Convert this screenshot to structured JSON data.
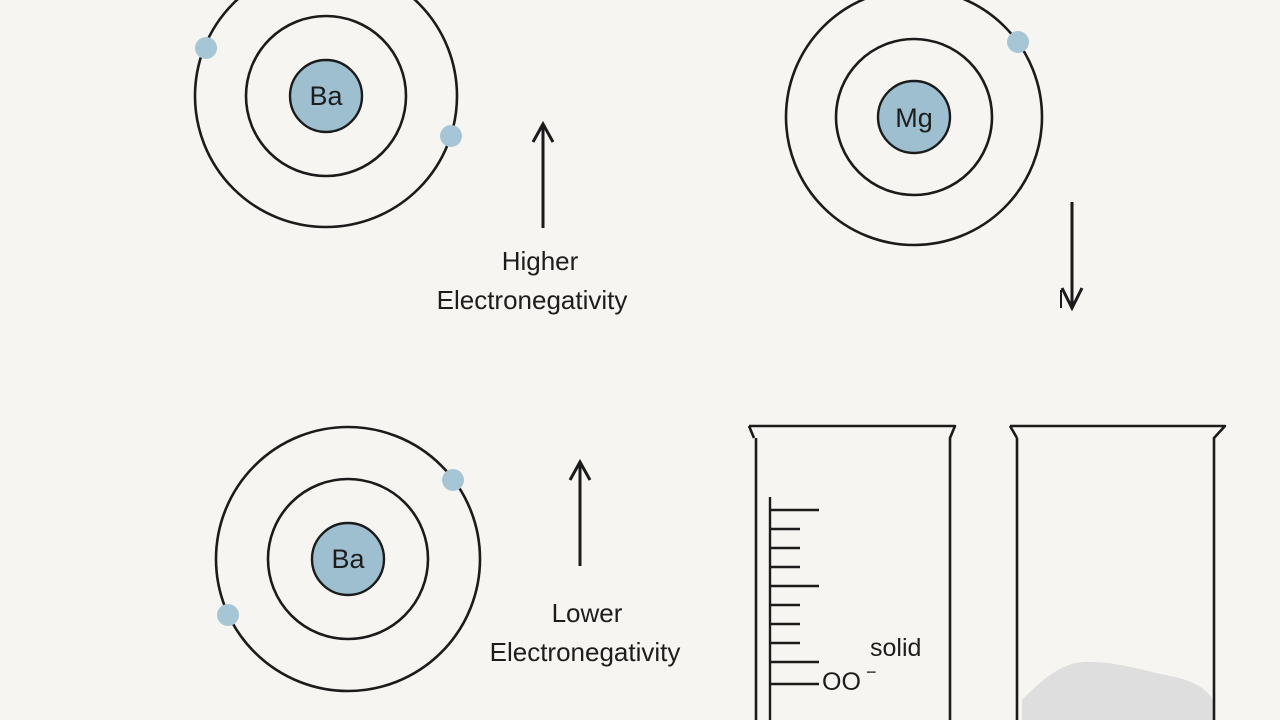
{
  "atoms": {
    "top_left": {
      "symbol": "Ba"
    },
    "top_right": {
      "symbol": "Mg"
    },
    "bottom_left": {
      "symbol": "Ba"
    }
  },
  "labels": {
    "higher_line1": "Higher",
    "higher_line2": "Electronegativity",
    "lower_line1": "Lower",
    "lower_line2": "Electronegativity",
    "solid": "solid",
    "beaker_mark": "OO",
    "beaker_mark_sup": "−"
  },
  "colors": {
    "background": "#f6f5f1",
    "nucleus": "#9dbfd0",
    "electron": "#a6c6d6",
    "ink": "#1b1b1b",
    "solid_deposit": "#d9d9d9"
  }
}
